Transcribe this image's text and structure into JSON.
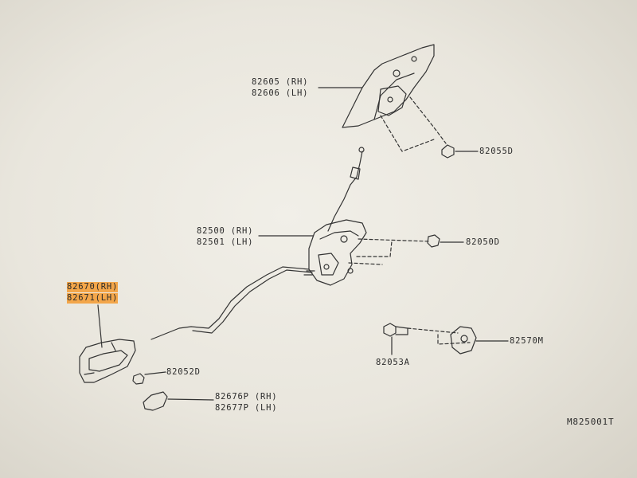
{
  "diagram": {
    "parts": [
      {
        "id": "garnish_rh",
        "text": "82605 (RH)"
      },
      {
        "id": "garnish_lh",
        "text": "82606 (LH)"
      },
      {
        "id": "screw_82055d",
        "text": "82055D"
      },
      {
        "id": "lock_rh",
        "text": "82500 (RH)"
      },
      {
        "id": "lock_lh",
        "text": "82501 (LH)"
      },
      {
        "id": "screw_82050d",
        "text": "82050D"
      },
      {
        "id": "handle_rh",
        "text": "82670(RH)"
      },
      {
        "id": "handle_lh",
        "text": "82671(LH)"
      },
      {
        "id": "screw_82052d",
        "text": "82052D"
      },
      {
        "id": "cap_rh",
        "text": "82676P (RH)"
      },
      {
        "id": "cap_lh",
        "text": "82677P (LH)"
      },
      {
        "id": "bolt_82053a",
        "text": "82053A"
      },
      {
        "id": "striker_82570m",
        "text": "82570M"
      }
    ],
    "figure_code": "M825001T",
    "highlight_color": "#f3a64a",
    "line_color": "#333333"
  }
}
